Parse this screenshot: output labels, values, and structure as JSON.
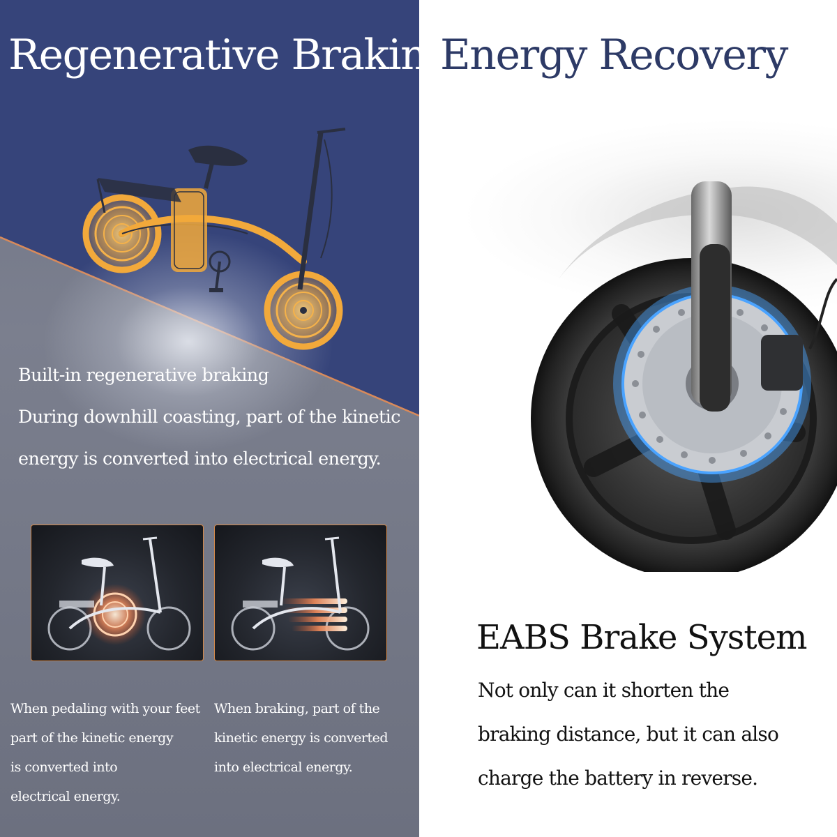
{
  "colors": {
    "navy": "#36447a",
    "accent_orange": "#f2a93b",
    "disc_blue": "#4aa3ff",
    "title_right": "#2d3a66",
    "thumb_border": "#d4894a"
  },
  "header": {
    "title_left": "Regenerative Braking",
    "title_right": "Energy Recovery"
  },
  "intro": {
    "lines": [
      "Built-in regenerative braking",
      "During downhill coasting, part of the kinetic",
      "energy is converted into electrical energy."
    ]
  },
  "captions": {
    "pedaling": [
      "When pedaling with your feet",
      "part of the kinetic energy",
      "is converted into",
      "electrical energy."
    ],
    "braking": [
      "When braking, part of the",
      "kinetic energy is converted",
      "into electrical energy."
    ]
  },
  "eabs": {
    "title": "EABS Brake System",
    "lines": [
      "Not only can it shorten the",
      "braking distance, but it can also",
      "charge the battery in reverse."
    ]
  },
  "icons": {
    "main_illustration": "folding-ebike-illustration",
    "wheel_photo": "front-wheel-disc-brake",
    "thumb_pedaling": "bike-pedaling-glow",
    "thumb_braking": "bike-braking-glow"
  }
}
